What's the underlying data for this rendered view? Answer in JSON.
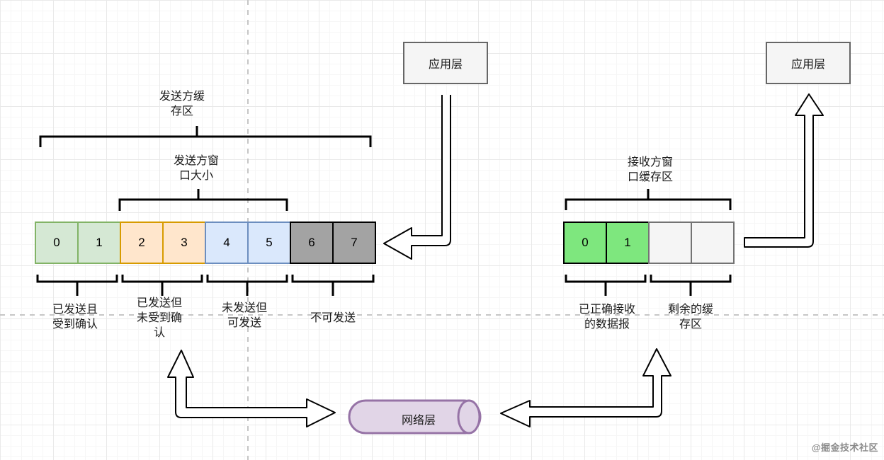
{
  "app_layer_left": {
    "label": "应用层"
  },
  "app_layer_right": {
    "label": "应用层"
  },
  "network_layer": {
    "label": "网络层"
  },
  "sender": {
    "buffer_label": "发送方缓存区",
    "window_label": "发送方窗口大小",
    "cells": [
      {
        "label": "0",
        "state": "sent-acked"
      },
      {
        "label": "1",
        "state": "sent-acked"
      },
      {
        "label": "2",
        "state": "sent-unacked"
      },
      {
        "label": "3",
        "state": "sent-unacked"
      },
      {
        "label": "4",
        "state": "usable"
      },
      {
        "label": "5",
        "state": "usable"
      },
      {
        "label": "6",
        "state": "not-sendable"
      },
      {
        "label": "7",
        "state": "not-sendable"
      }
    ],
    "legends": [
      {
        "label": "已发送且受到确认"
      },
      {
        "label": "已发送但未受到确认"
      },
      {
        "label": "未发送但可发送"
      },
      {
        "label": "不可发送"
      }
    ]
  },
  "receiver": {
    "window_label": "接收方窗口缓存区",
    "cells": [
      {
        "label": "0",
        "state": "received"
      },
      {
        "label": "1",
        "state": "received"
      },
      {
        "label": "",
        "state": "empty"
      },
      {
        "label": "",
        "state": "empty"
      }
    ],
    "legends": [
      {
        "label": "已正确接收的数据报"
      },
      {
        "label": "剩余的缓存区"
      }
    ]
  },
  "watermark": "@掘金技术社区",
  "colors": {
    "sent_acked_fill": "#d5e8d4",
    "sent_acked_stroke": "#82b366",
    "sent_unacked_fill": "#ffe6cc",
    "sent_unacked_stroke": "#d79b00",
    "usable_fill": "#dae8fc",
    "usable_stroke": "#6c8ebf",
    "not_sendable_fill": "#a3a3a3",
    "not_sendable_stroke": "#000000",
    "received_fill": "#7ee77e",
    "empty_fill": "#f5f5f5",
    "app_box_fill": "#f5f5f5",
    "app_box_stroke": "#666666",
    "network_fill": "#e1d5e7",
    "network_stroke": "#9673a6"
  }
}
